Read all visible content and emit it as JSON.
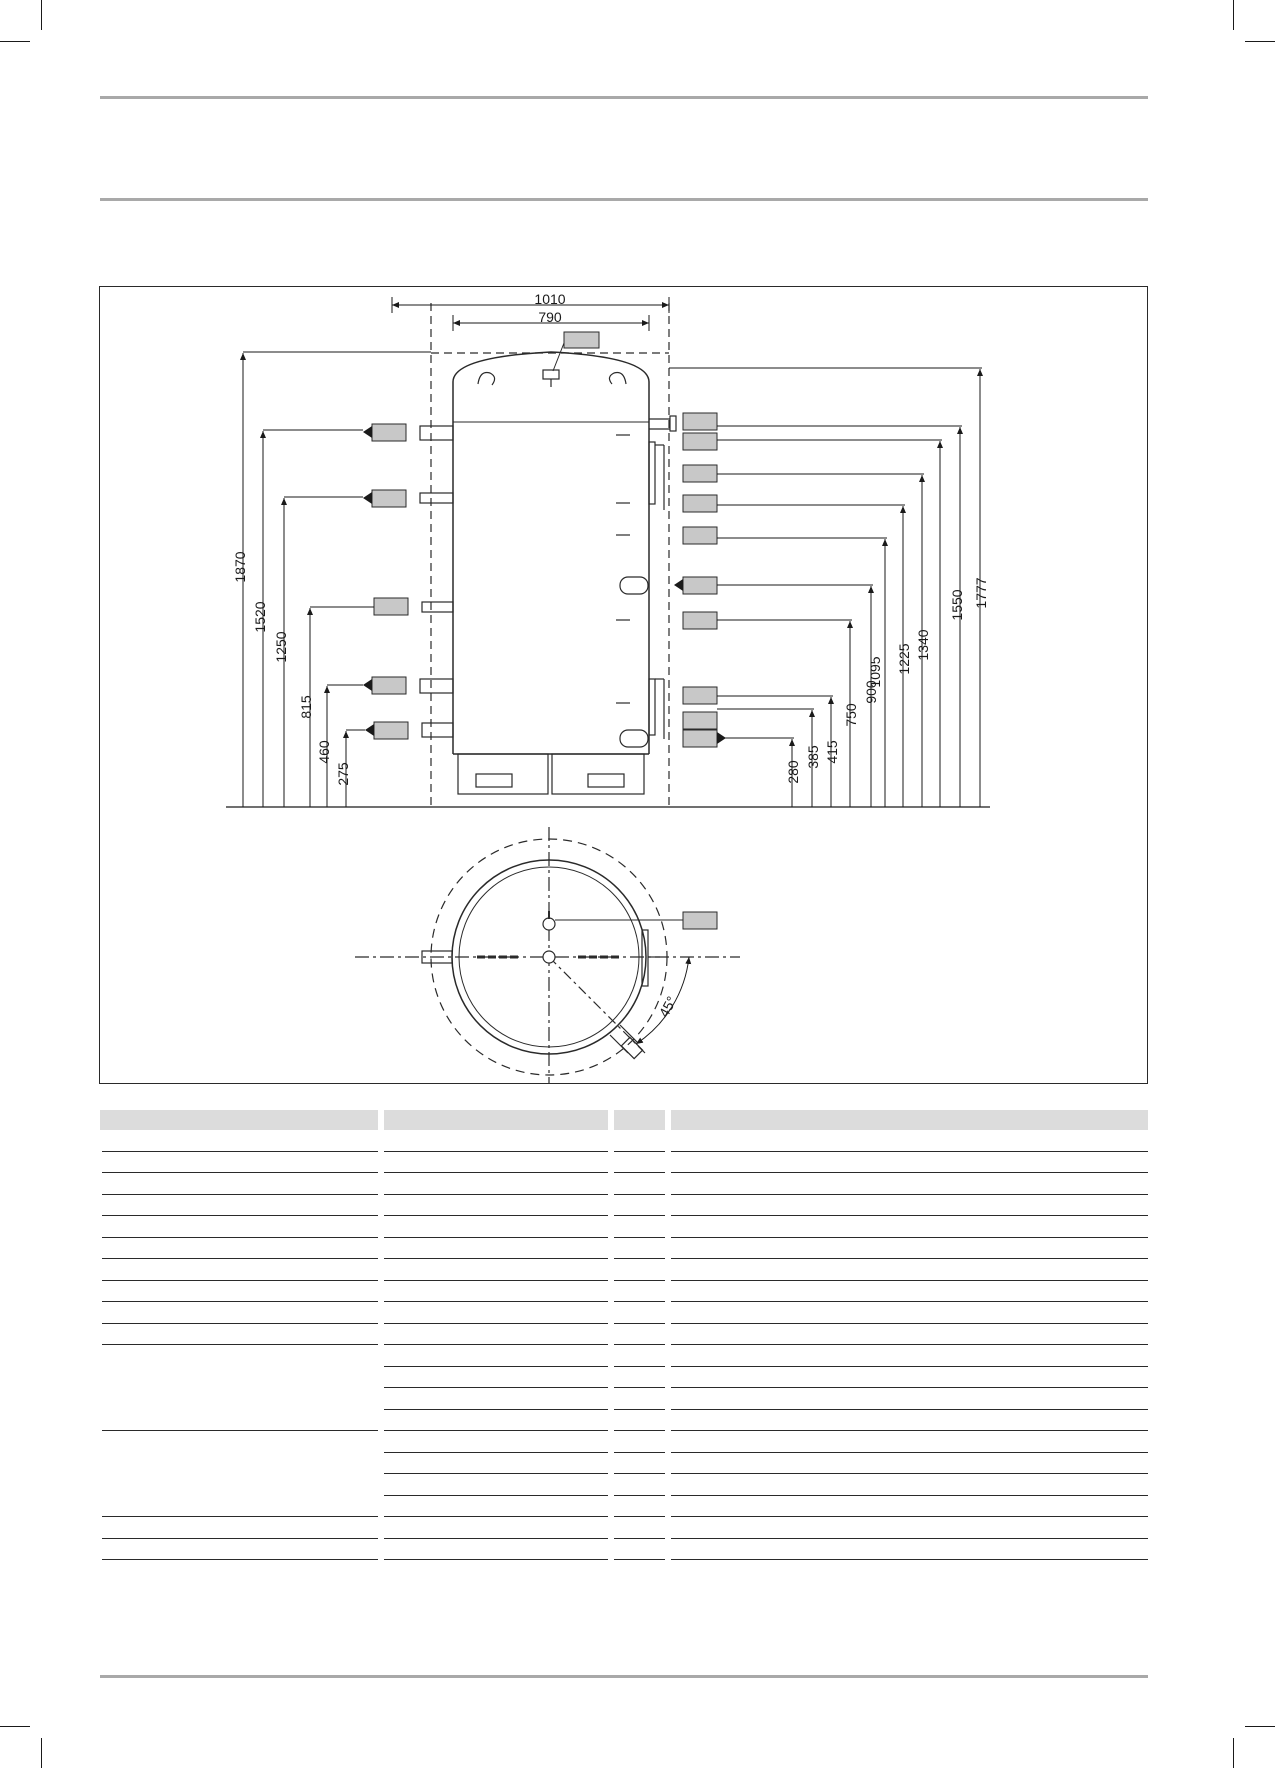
{
  "diagram": {
    "top_dimensions": [
      "1010",
      "790"
    ],
    "left_heights": [
      "1870",
      "1520",
      "1250",
      "815",
      "460",
      "275"
    ],
    "right_heights": [
      "280",
      "385",
      "415",
      "750",
      "900",
      "1095",
      "1225",
      "1340",
      "1550",
      "1777"
    ],
    "angle": "45°"
  },
  "table": {
    "row_count": 20,
    "merged_first_col_groups": [
      [
        10,
        13
      ],
      [
        14,
        17
      ]
    ]
  }
}
